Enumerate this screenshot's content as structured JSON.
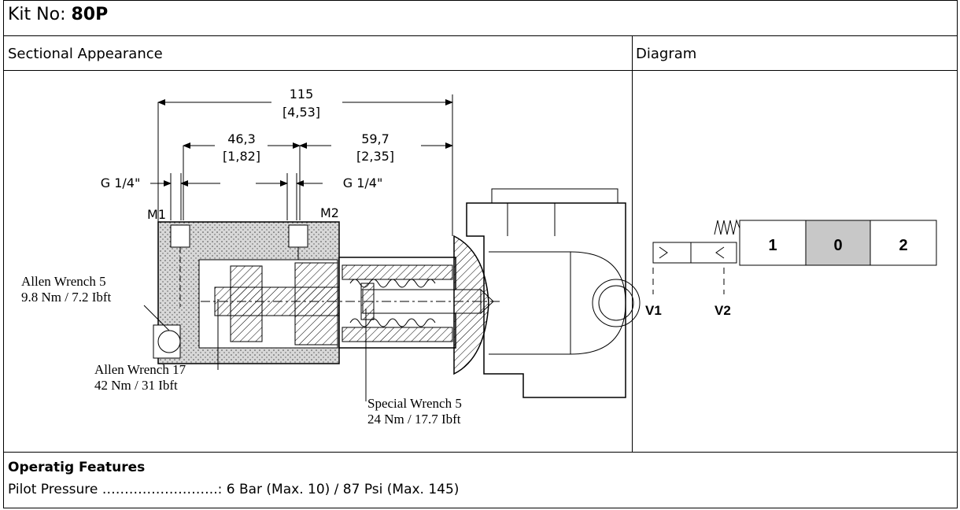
{
  "kit": {
    "label": "Kit No: ",
    "number": "80P"
  },
  "headers": {
    "sectional": "Sectional Appearance",
    "diagram": "Diagram"
  },
  "drawing": {
    "dim_115": "115",
    "dim_115_in": "[4,53]",
    "dim_46": "46,3",
    "dim_46_in": "[1,82]",
    "dim_59": "59,7",
    "dim_59_in": "[2,35]",
    "port_left": "G 1/4\"",
    "port_right": "G 1/4\"",
    "m1": "M1",
    "m2": "M2",
    "allen5_line1": "Allen Wrench 5",
    "allen5_line2": "9.8 Nm / 7.2 Ibft",
    "allen17_line1": "Allen Wrench 17",
    "allen17_line2": "42 Nm / 31 Ibft",
    "special_line1": "Special Wrench 5",
    "special_line2": "24 Nm / 17.7 Ibft"
  },
  "diagram": {
    "pos1": "1",
    "pos0": "0",
    "pos2": "2",
    "v1": "V1",
    "v2": "V2",
    "center_fill": "#c8c8c8"
  },
  "features": {
    "title": "Operatig Features",
    "pilot_pressure": "Pilot Pressure ……………………..: 6 Bar (Max. 10) / 87 Psi (Max. 145)"
  }
}
